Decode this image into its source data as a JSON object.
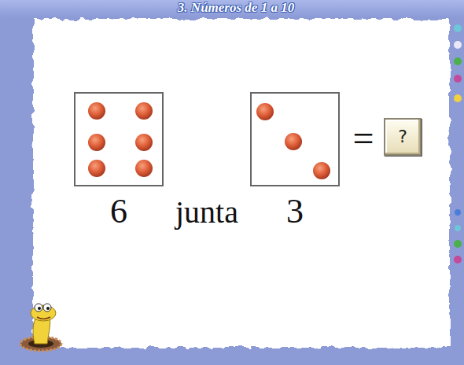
{
  "diagram": {
    "title": "3. Números de 1 a 10",
    "nodes": [
      {
        "text": [
          "6"
        ]
      },
      {
        "text": [
          "3"
        ]
      },
      {
        "text": [
          "?"
        ]
      }
    ],
    "labels": [
      "junta",
      "="
    ]
  }
}
